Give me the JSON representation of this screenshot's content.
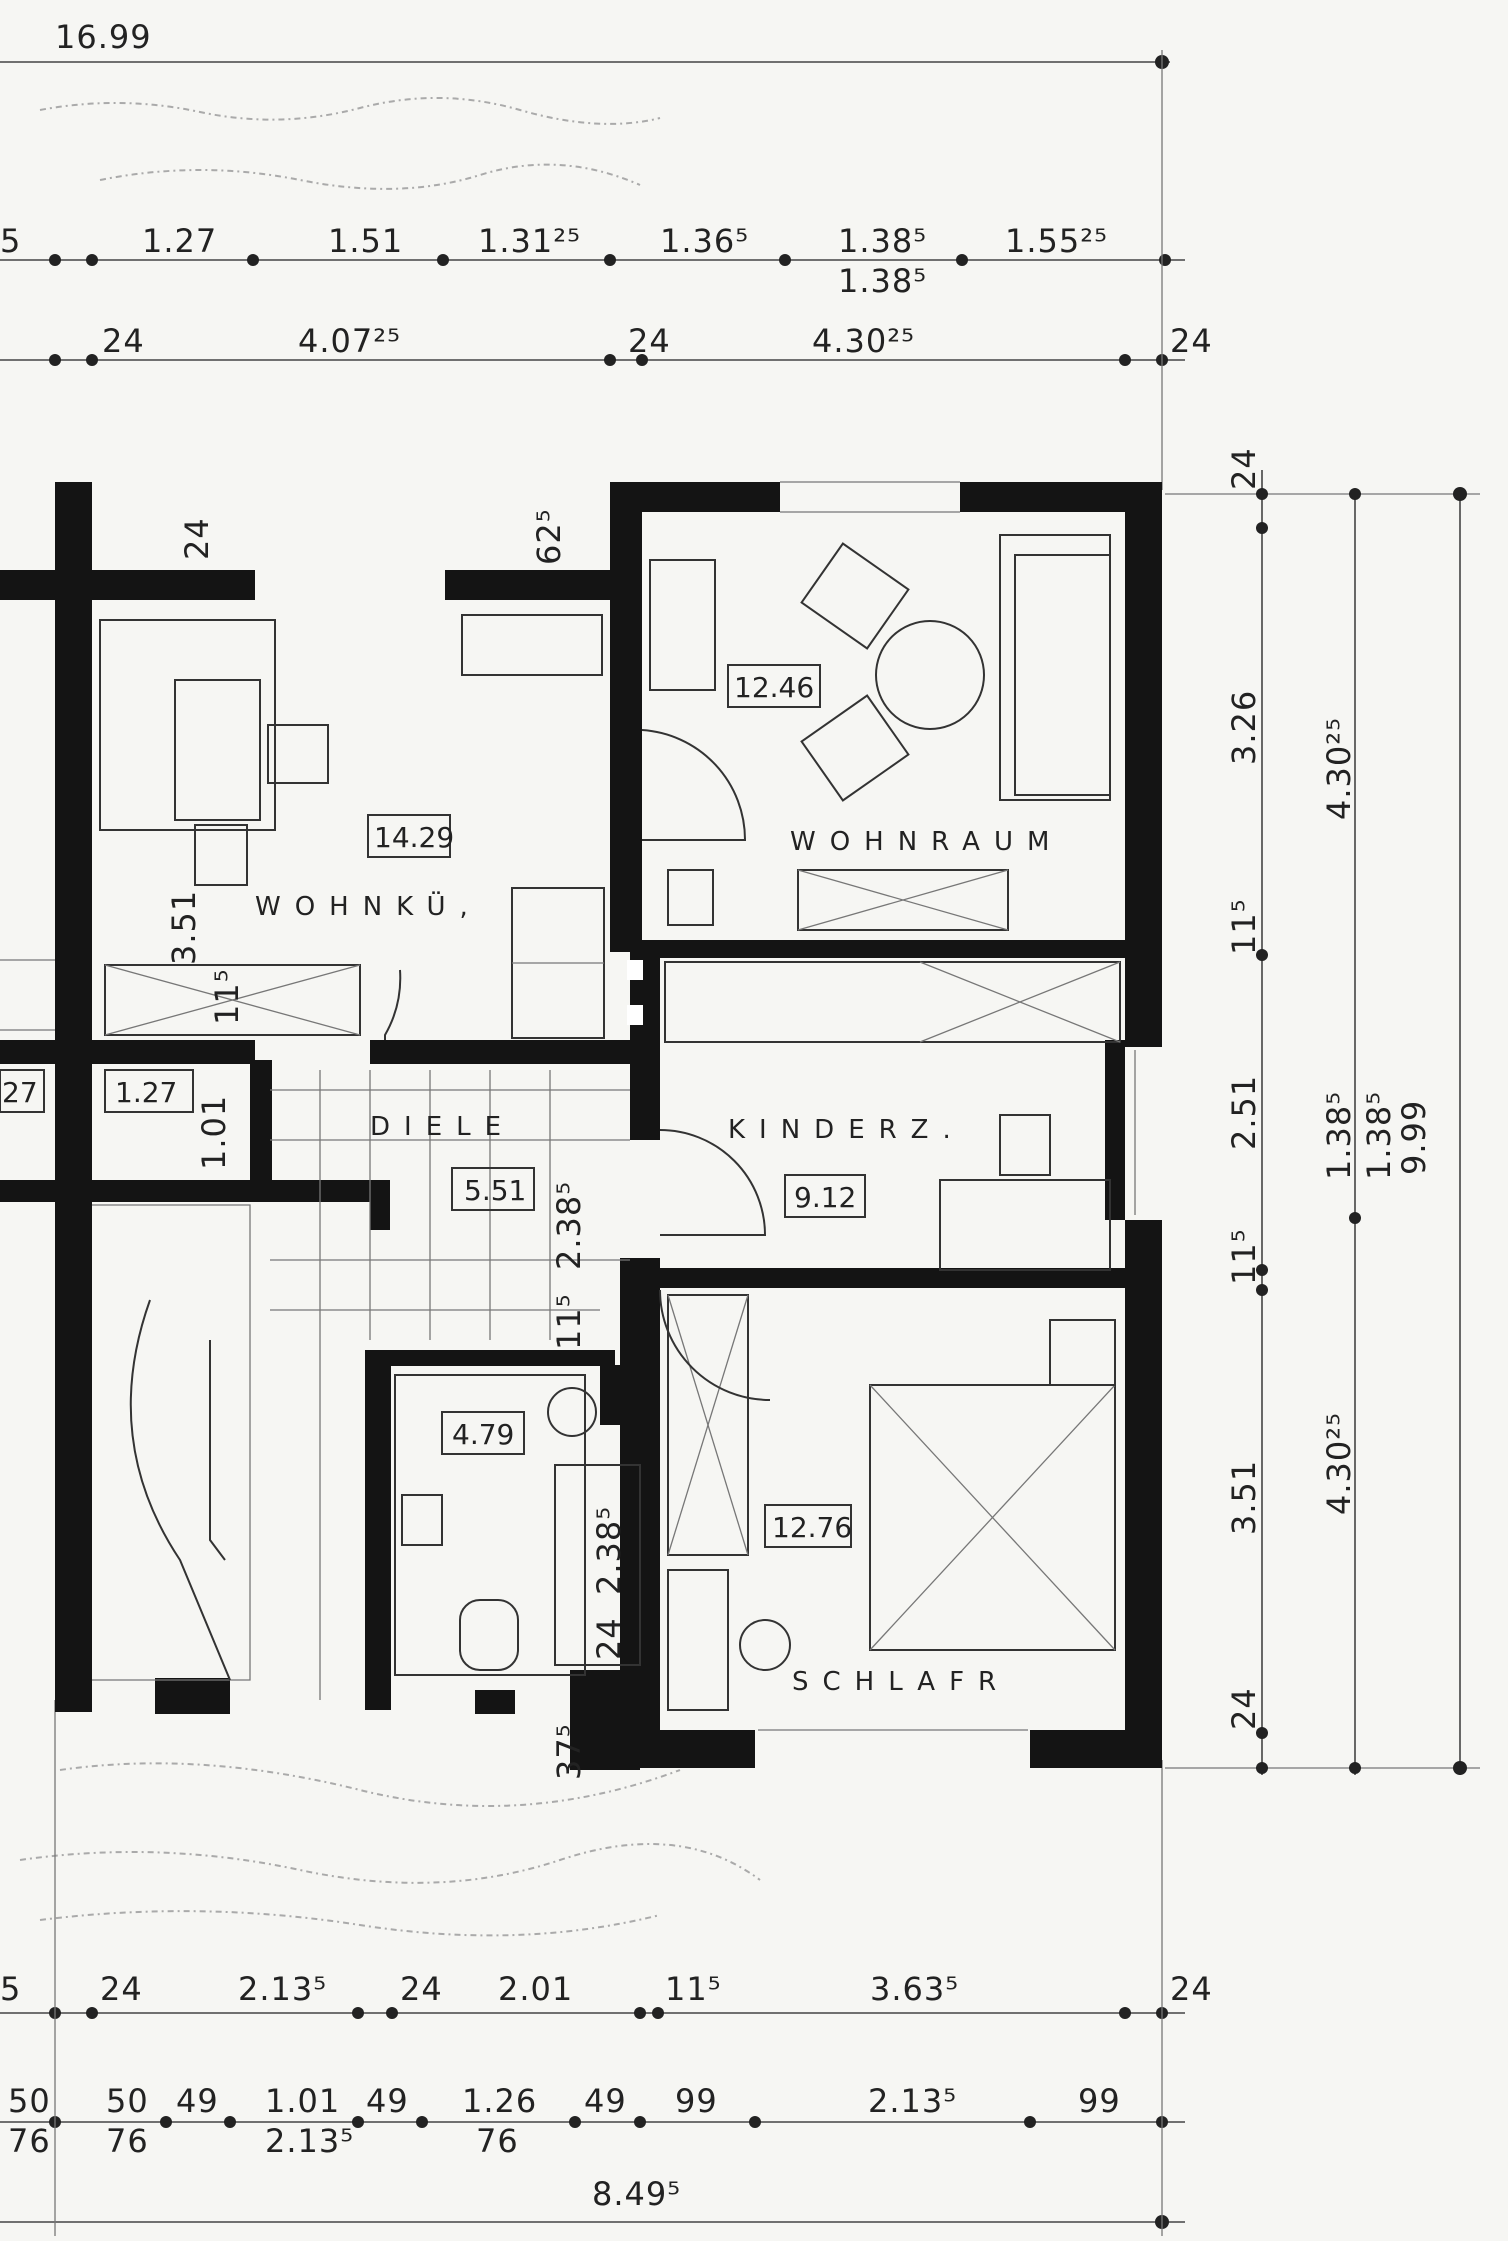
{
  "overall": {
    "top_total": "16.99",
    "bottom_total": "8.49⁵",
    "right_total": "9.99"
  },
  "rooms": {
    "wohnkueche": {
      "name": "WOHNKÜ,",
      "area": "14.29"
    },
    "wohnraum": {
      "name": "WOHNRAUM",
      "area": "12.46"
    },
    "diele": {
      "name": "DIELE",
      "area": "5.51"
    },
    "kinderz": {
      "name": "KINDERZ.",
      "area": "9.12"
    },
    "schlafr": {
      "name": "SCHLAFR",
      "area": "12.76"
    },
    "bad": {
      "area": "4.79"
    },
    "left_room_a": {
      "area": "27"
    },
    "left_room_b": {
      "area": "1.27"
    }
  },
  "dims_top_row1": [
    "5",
    "1.27",
    "1.51",
    "1.31²⁵",
    "1.36⁵",
    "1.38⁵",
    "1.38⁵",
    "1.55²⁵"
  ],
  "dims_top_row2": [
    "24",
    "4.07²⁵",
    "24",
    "4.30²⁵",
    "24"
  ],
  "dims_right_inner": [
    "24",
    "3.26",
    "11⁵",
    "2.51",
    "11⁵",
    "3.51",
    "24"
  ],
  "dims_right_outer": [
    "4.30²⁵",
    "1.38⁵",
    "1.38⁵",
    "4.30²⁵"
  ],
  "dims_bottom_row1": [
    "5",
    "24",
    "2.13⁵",
    "24",
    "2.01",
    "11⁵",
    "3.63⁵",
    "24"
  ],
  "dims_bottom_row2": [
    "50",
    "76",
    "50",
    "76",
    "49",
    "1.01",
    "2.13⁵",
    "49",
    "1.26",
    "76",
    "49",
    "99",
    "2.13⁵",
    "99"
  ],
  "dims_interior": [
    "24",
    "62⁵",
    "3.51",
    "11⁵",
    "1.01",
    "2.38⁵",
    "11⁵",
    "2.38⁵",
    "24",
    "37⁵"
  ]
}
